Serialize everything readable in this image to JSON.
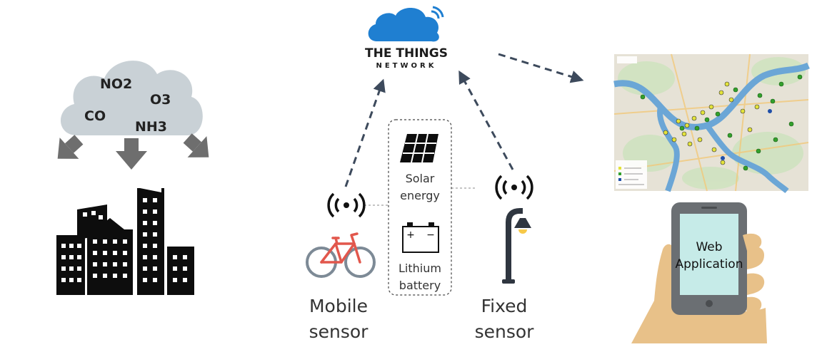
{
  "pollution": {
    "gases": [
      "NO2",
      "O3",
      "CO",
      "NH3"
    ]
  },
  "network": {
    "logo_line1": "THE THINGS",
    "logo_line2": "NETWORK"
  },
  "power": {
    "solar_line1": "Solar",
    "solar_line2": "energy",
    "battery_line1": "Lithium",
    "battery_line2": "battery",
    "battery_plus": "+",
    "battery_minus": "−"
  },
  "sensors": {
    "mobile_line1": "Mobile",
    "mobile_line2": "sensor",
    "fixed_line1": "Fixed",
    "fixed_line2": "sensor"
  },
  "app": {
    "label_line1": "Web",
    "label_line2": "Application"
  },
  "colors": {
    "cloud_gray": "#c9d1d6",
    "arrow_gray": "#6e6e6e",
    "dark": "#2f3640",
    "ttn_blue": "#1f7fd1",
    "bike_red": "#e2574c",
    "lamp_yellow": "#f7c948",
    "phone_screen": "#c6ebe8",
    "hand": "#e8c189",
    "map_water": "#6ba6d6",
    "map_land": "#e6e2d6"
  },
  "icons": [
    "cloud-icon",
    "down-arrow-icon",
    "city-icon",
    "ttn-cloud-icon",
    "wireless-signal-icon",
    "solar-panel-icon",
    "battery-icon",
    "bicycle-icon",
    "street-lamp-icon",
    "map-image",
    "phone-icon",
    "hand-icon"
  ]
}
